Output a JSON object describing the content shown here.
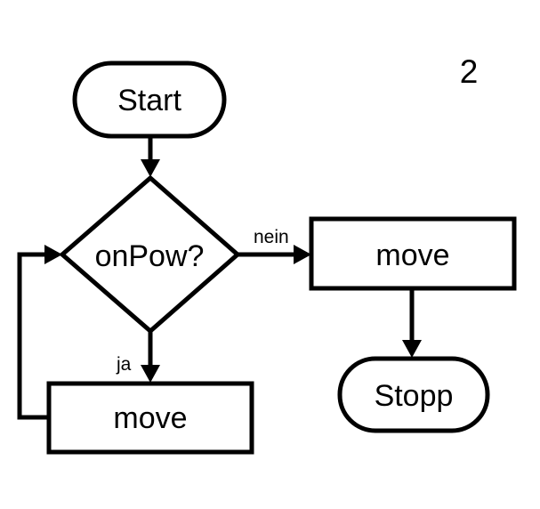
{
  "page_number": "2",
  "nodes": {
    "start": {
      "label": "Start",
      "shape": "terminator"
    },
    "decision": {
      "label": "onPow?",
      "shape": "decision"
    },
    "move_left": {
      "label": "move",
      "shape": "process"
    },
    "move_right": {
      "label": "move",
      "shape": "process"
    },
    "stop": {
      "label": "Stopp",
      "shape": "terminator"
    }
  },
  "edges": {
    "start_to_decision": {
      "from": "start",
      "to": "decision",
      "label": ""
    },
    "decision_yes": {
      "from": "decision",
      "to": "move_left",
      "label": "ja"
    },
    "loop_back": {
      "from": "move_left",
      "to": "decision",
      "label": ""
    },
    "decision_no": {
      "from": "decision",
      "to": "move_right",
      "label": "nein"
    },
    "move_to_stop": {
      "from": "move_right",
      "to": "stop",
      "label": ""
    }
  },
  "colors": {
    "stroke": "#000000",
    "background": "#ffffff"
  }
}
